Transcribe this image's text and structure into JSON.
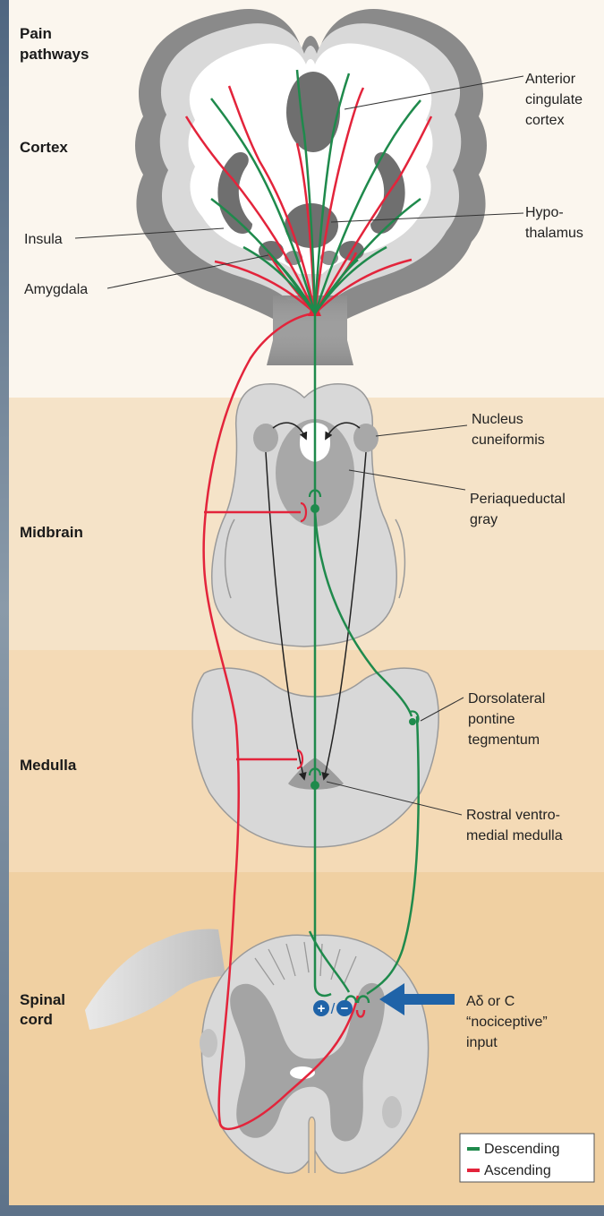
{
  "sections": {
    "title_line1": "Pain",
    "title_line2": "pathways",
    "cortex": "Cortex",
    "midbrain": "Midbrain",
    "medulla": "Medulla",
    "spinal_line1": "Spinal",
    "spinal_line2": "cord"
  },
  "labels": {
    "acc": [
      "Anterior",
      "cingulate",
      "cortex"
    ],
    "hypothalamus": [
      "Hypo-",
      "thalamus"
    ],
    "insula": "Insula",
    "amygdala": "Amygdala",
    "nucleus_cuneiformis": [
      "Nucleus",
      "cuneiformis"
    ],
    "pag": [
      "Periaqueductal",
      "gray"
    ],
    "dlpt": [
      "Dorsolateral",
      "pontine",
      "tegmentum"
    ],
    "rvm": [
      "Rostral ventro-",
      "medial medulla"
    ],
    "input": [
      "Aδ or C",
      "“nociceptive”",
      "input"
    ]
  },
  "synapse_sign": {
    "plus": "+",
    "slash": "/",
    "minus": "−"
  },
  "legend": {
    "descending": "Descending",
    "ascending": "Ascending"
  },
  "colors": {
    "descending": "#1f8a4c",
    "ascending": "#e3243b",
    "input_arrow": "#1f63a8",
    "cortex_band": "#fbf6ee",
    "midbrain_band": "#f5e3c8",
    "medulla_band": "#f5dcb8",
    "spinal_band": "#f1d2a6",
    "frame": "#6b7f94"
  }
}
